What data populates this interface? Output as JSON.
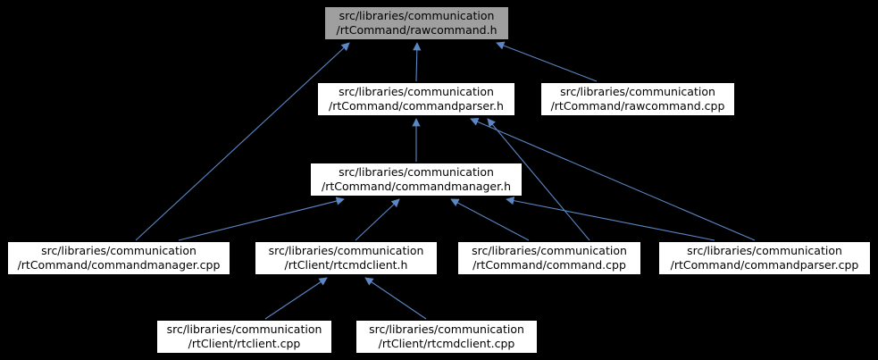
{
  "diagram_type": "doxygen-include-dependency-graph",
  "colors": {
    "background": "#000000",
    "node_background": "#ffffff",
    "node_border": "#000000",
    "current_node_background": "#9f9f9f",
    "edge": "#5b87c5",
    "text": "#000000"
  },
  "nodes": {
    "rawcommand_h": {
      "label": "src/libraries/communication\n/rtCommand/rawcommand.h",
      "current": true
    },
    "commandparser_h": {
      "label": "src/libraries/communication\n/rtCommand/commandparser.h",
      "current": false
    },
    "rawcommand_cpp": {
      "label": "src/libraries/communication\n/rtCommand/rawcommand.cpp",
      "current": false
    },
    "commandmanager_h": {
      "label": "src/libraries/communication\n/rtCommand/commandmanager.h",
      "current": false
    },
    "commandmanager_cpp": {
      "label": "src/libraries/communication\n/rtCommand/commandmanager.cpp",
      "current": false
    },
    "rtcmdclient_h": {
      "label": "src/libraries/communication\n/rtClient/rtcmdclient.h",
      "current": false
    },
    "command_cpp": {
      "label": "src/libraries/communication\n/rtCommand/command.cpp",
      "current": false
    },
    "commandparser_cpp": {
      "label": "src/libraries/communication\n/rtCommand/commandparser.cpp",
      "current": false
    },
    "rtclient_cpp": {
      "label": "src/libraries/communication\n/rtClient/rtclient.cpp",
      "current": false
    },
    "rtcmdclient_cpp": {
      "label": "src/libraries/communication\n/rtClient/rtcmdclient.cpp",
      "current": false
    }
  },
  "edges": [
    {
      "from": "commandparser_h",
      "to": "rawcommand_h"
    },
    {
      "from": "rawcommand_cpp",
      "to": "rawcommand_h"
    },
    {
      "from": "commandmanager_cpp",
      "to": "rawcommand_h"
    },
    {
      "from": "commandmanager_h",
      "to": "commandparser_h"
    },
    {
      "from": "command_cpp",
      "to": "commandparser_h"
    },
    {
      "from": "commandparser_cpp",
      "to": "commandparser_h"
    },
    {
      "from": "commandmanager_cpp",
      "to": "commandmanager_h"
    },
    {
      "from": "rtcmdclient_h",
      "to": "commandmanager_h"
    },
    {
      "from": "command_cpp",
      "to": "commandmanager_h"
    },
    {
      "from": "commandparser_cpp",
      "to": "commandmanager_h"
    },
    {
      "from": "rtclient_cpp",
      "to": "rtcmdclient_h"
    },
    {
      "from": "rtcmdclient_cpp",
      "to": "rtcmdclient_h"
    }
  ]
}
